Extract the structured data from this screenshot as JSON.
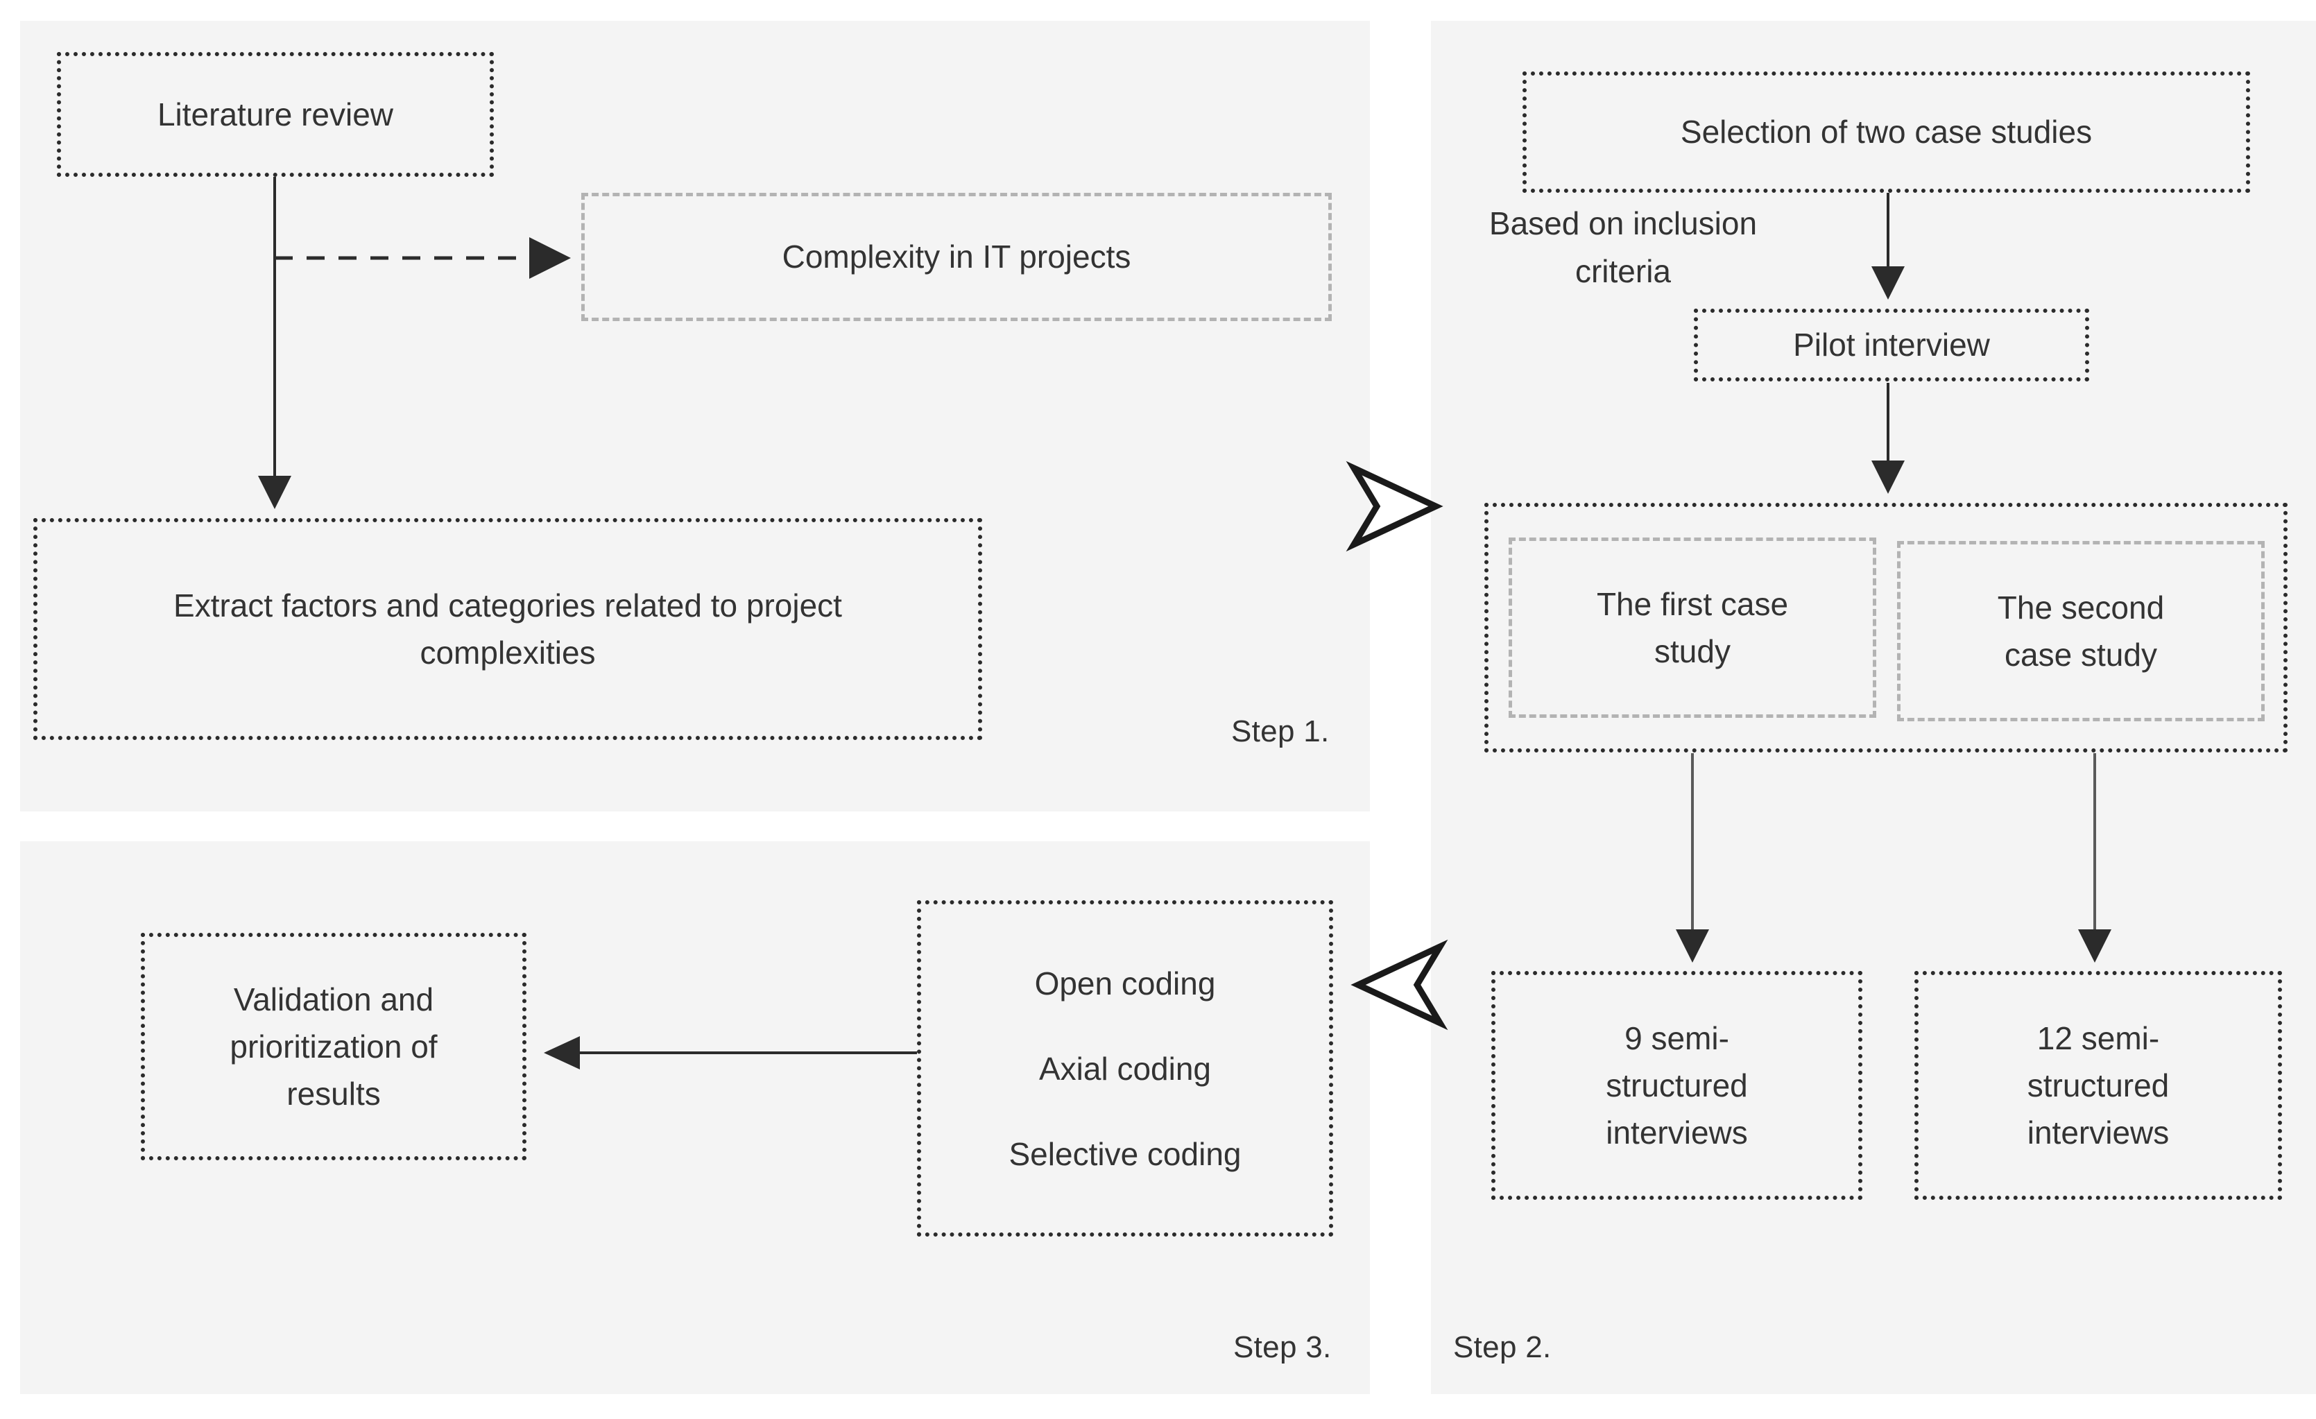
{
  "figure": {
    "title": "Research methodology flow diagram",
    "background": "#ffffff",
    "panel_fill": "#f4f4f4",
    "dotted_border_color": "#2b2b2b",
    "dashed_border_color": "#b3b3b3",
    "text_color": "#333333"
  },
  "steps": {
    "step1_label": "Step 1.",
    "step2_label": "Step 2.",
    "step3_label": "Step 3."
  },
  "step1": {
    "literature_review": "Literature review",
    "complexity_in_it_projects": "Complexity in IT projects",
    "extract_factors": "Extract factors and categories related to project complexities"
  },
  "step2": {
    "selection_of_two_case_studies": "Selection of two case studies",
    "based_on_inclusion_criteria": "Based on inclusion\ncriteria",
    "pilot_interview": "Pilot interview",
    "first_case_study": "The first case study",
    "second_case_study": "The second case study",
    "interviews_first": "9  semi-structured interviews",
    "interviews_second": "12 semi-structured interviews"
  },
  "step3": {
    "coding_line1": "Open coding",
    "coding_line2": "Axial coding",
    "coding_line3": "Selective coding",
    "validation": "Validation and prioritization of results"
  },
  "connectors": {
    "literature_to_extract": "solid-arrow-down",
    "literature_to_complexity": "dashed-arrow-right",
    "selection_to_pilot": "solid-arrow-down",
    "pilot_to_cases": "solid-arrow-down",
    "first_case_to_interviews": "solid-arrow-down",
    "second_case_to_interviews": "solid-arrow-down",
    "step1_to_step2": "chevron-right",
    "step2_to_step3": "chevron-left",
    "coding_to_validation": "solid-arrow-left"
  }
}
